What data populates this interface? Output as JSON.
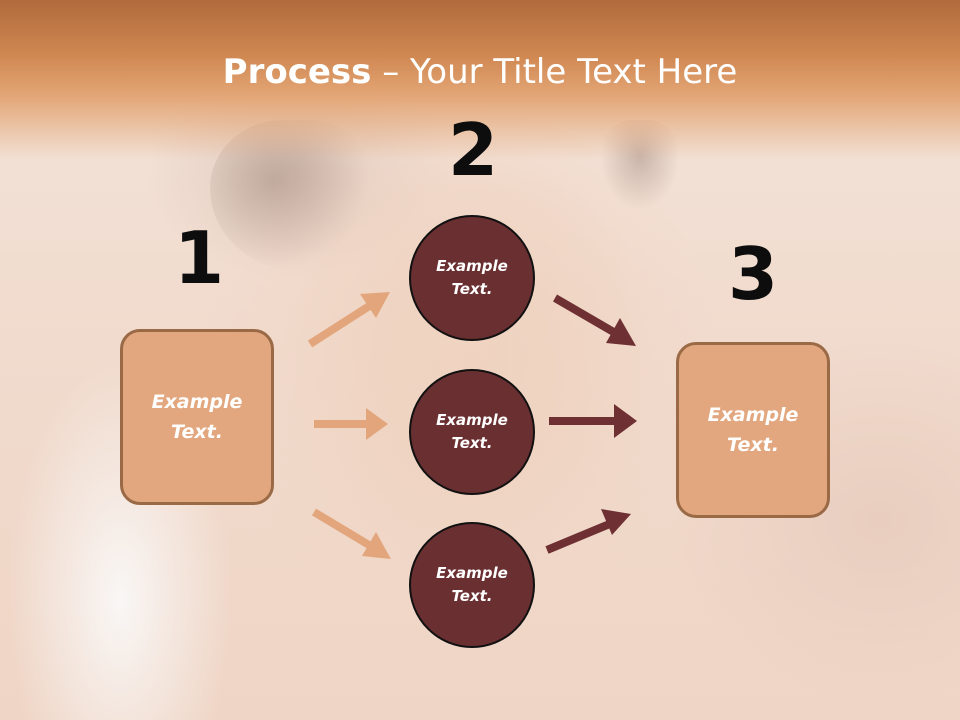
{
  "slide": {
    "title_bold": "Process",
    "title_separator": " – ",
    "title_rest": "Your Title Text Here"
  },
  "steps": [
    {
      "number": "1",
      "text": "Example Text."
    },
    {
      "number": "2",
      "text": "Example Text."
    },
    {
      "number": "3",
      "text": "Example Text."
    }
  ],
  "circles": [
    {
      "text": "Example Text."
    },
    {
      "text": "Example Text."
    },
    {
      "text": "Example Text."
    }
  ],
  "colors": {
    "header": "#d08852",
    "box_fill": "#e2a77e",
    "box_border": "#9a6a47",
    "circle_fill": "#6a2f31",
    "arrow_light": "#e3a67c",
    "arrow_dark": "#6e3033"
  }
}
